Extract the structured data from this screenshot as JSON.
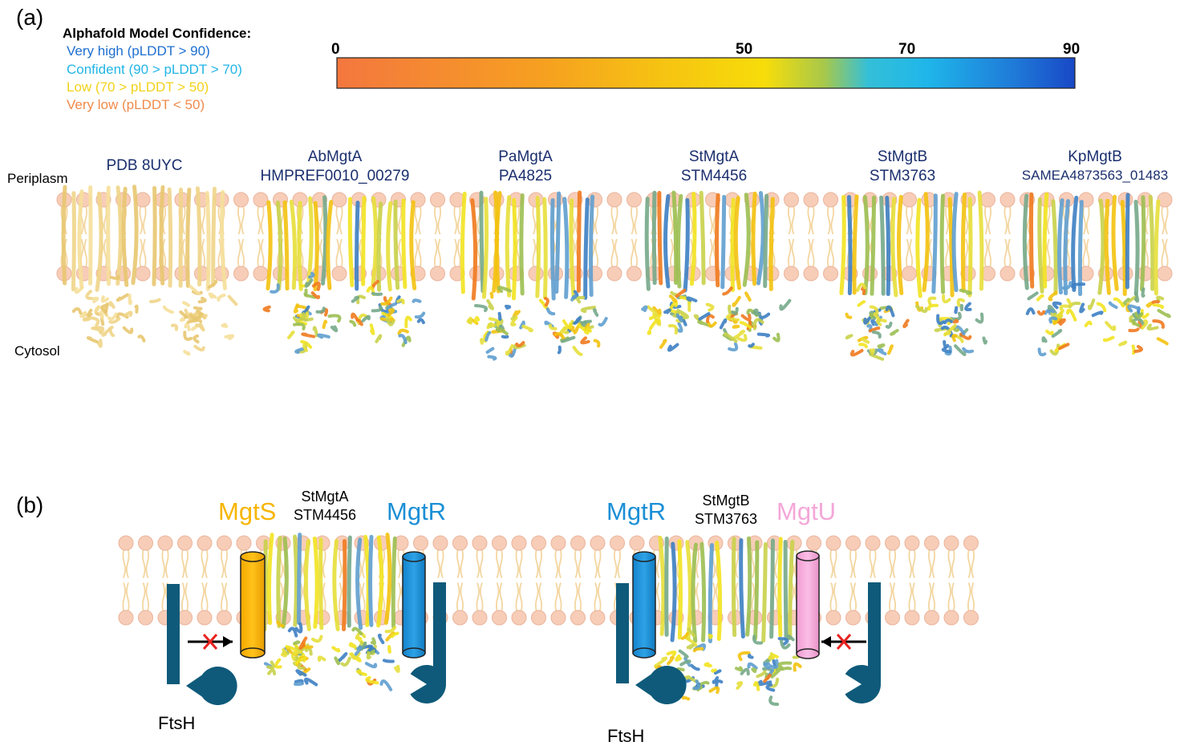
{
  "panel_labels": {
    "a": "(a)",
    "b": "(b)"
  },
  "legend": {
    "title": "Alphafold Model Confidence:",
    "items": [
      {
        "label": "Very high (pLDDT > 90)",
        "color": "#1e6fd0"
      },
      {
        "label": "Confident (90 > pLDDT > 70)",
        "color": "#22b5e6"
      },
      {
        "label": "Low (70 > pLDDT > 50)",
        "color": "#f2d21a"
      },
      {
        "label": "Very low (pLDDT < 50)",
        "color": "#f08a4b"
      }
    ]
  },
  "colorbar": {
    "ticks": [
      "0",
      "50",
      "70",
      "90"
    ]
  },
  "colors": {
    "membrane_head": "#f7cdb8",
    "membrane_tail": "#f3d6a0",
    "pdb_structure": "#f0d58a",
    "mgts": "#f7b500",
    "mgtr": "#1b8fd6",
    "mgtu": "#f4a7d8",
    "ftsh": "#0f5a7a",
    "red_x": "#e8231f"
  },
  "panel_a": {
    "periplasm": "Periplasm",
    "cytosol": "Cytosol",
    "proteins": [
      {
        "name": "PDB 8UYC",
        "id": ""
      },
      {
        "name": "AbMgtA",
        "id": "HMPREF0010_00279"
      },
      {
        "name": "PaMgtA",
        "id": "PA4825"
      },
      {
        "name": "StMgtA",
        "id": "STM4456"
      },
      {
        "name": "StMgtB",
        "id": "STM3763"
      },
      {
        "name": "KpMgtB",
        "id": "SAMEA4873563_01483"
      }
    ]
  },
  "panel_b": {
    "left": {
      "name": "StMgtA",
      "id": "STM4456",
      "label_left": "MgtS",
      "label_right": "MgtR",
      "ftsh": "FtsH"
    },
    "right": {
      "name": "StMgtB",
      "id": "STM3763",
      "label_left": "MgtR",
      "label_right": "MgtU",
      "ftsh": "FtsH"
    }
  }
}
